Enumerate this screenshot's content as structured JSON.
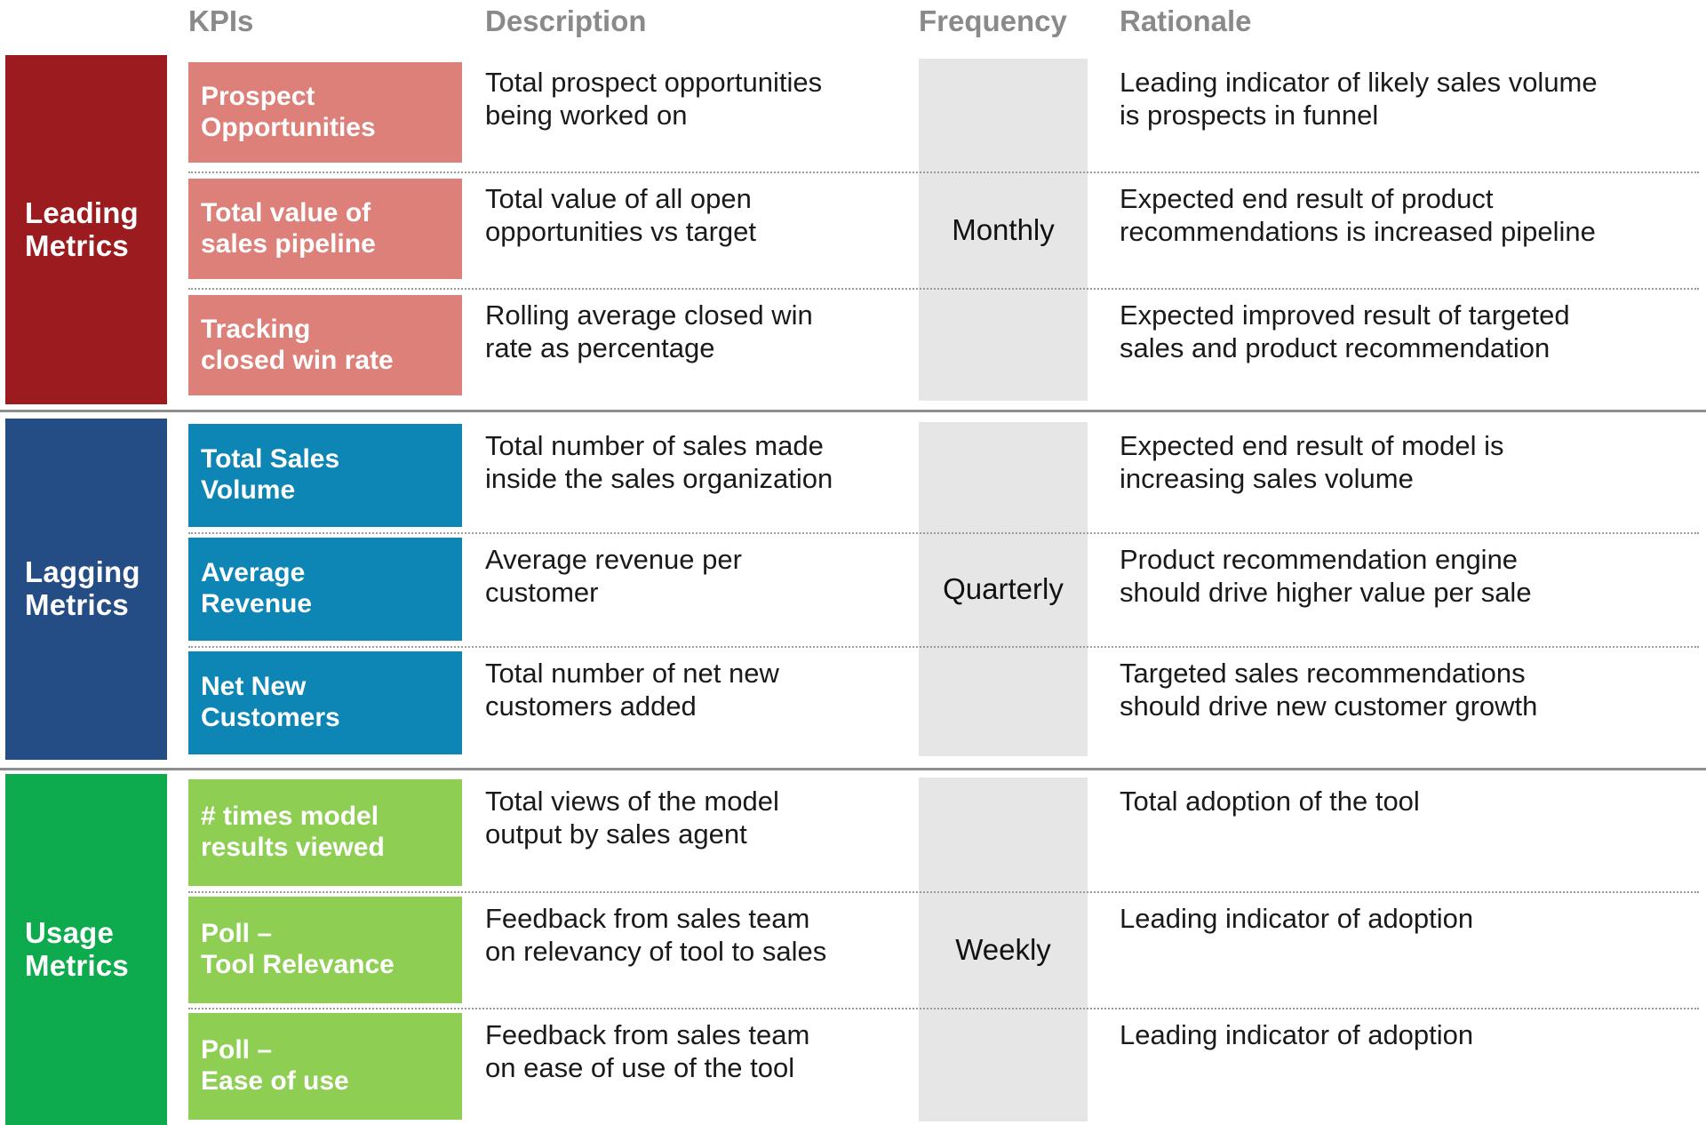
{
  "headers": {
    "kpis": "KPIs",
    "description": "Description",
    "frequency": "Frequency",
    "rationale": "Rationale"
  },
  "colors": {
    "leading_dark": "#9B1B1E",
    "leading_light": "#DC8079",
    "lagging_dark": "#254D85",
    "lagging_light": "#0E86B5",
    "usage_dark": "#0DAB4E",
    "usage_light": "#8DCE53",
    "frequency_bg": "#E6E6E6",
    "header_text": "#8A8A8A",
    "divider": "#8E8E8E"
  },
  "groups": [
    {
      "category_line1": "Leading",
      "category_line2": "Metrics",
      "frequency": "Monthly",
      "rows": [
        {
          "kpi_line1": "Prospect",
          "kpi_line2": "Opportunities",
          "desc_line1": "Total prospect opportunities",
          "desc_line2": "being worked on",
          "rat_line1": "Leading indicator of likely sales volume",
          "rat_line2": "is prospects in funnel"
        },
        {
          "kpi_line1": "Total value of",
          "kpi_line2": "sales pipeline",
          "desc_line1": "Total value of all open",
          "desc_line2": "opportunities vs target",
          "rat_line1": "Expected end result of product",
          "rat_line2": "recommendations is increased pipeline"
        },
        {
          "kpi_line1": "Tracking",
          "kpi_line2": "closed win rate",
          "desc_line1": "Rolling average closed win",
          "desc_line2": "rate as percentage",
          "rat_line1": "Expected improved result of targeted",
          "rat_line2": "sales and product recommendation"
        }
      ]
    },
    {
      "category_line1": "Lagging",
      "category_line2": "Metrics",
      "frequency": "Quarterly",
      "rows": [
        {
          "kpi_line1": "Total Sales",
          "kpi_line2": "Volume",
          "desc_line1": "Total number of sales made",
          "desc_line2": "inside the sales organization",
          "rat_line1": "Expected end result of model is",
          "rat_line2": "increasing sales volume"
        },
        {
          "kpi_line1": "Average",
          "kpi_line2": "Revenue",
          "desc_line1": "Average revenue per",
          "desc_line2": "customer",
          "rat_line1": "Product recommendation engine",
          "rat_line2": "should drive higher value per sale"
        },
        {
          "kpi_line1": "Net New",
          "kpi_line2": "Customers",
          "desc_line1": "Total number of net new",
          "desc_line2": "customers added",
          "rat_line1": "Targeted sales recommendations",
          "rat_line2": "should drive new customer growth"
        }
      ]
    },
    {
      "category_line1": "Usage",
      "category_line2": "Metrics",
      "frequency": "Weekly",
      "rows": [
        {
          "kpi_line1": "# times model",
          "kpi_line2": "results viewed",
          "desc_line1": "Total views of the model",
          "desc_line2": "output by sales agent",
          "rat_line1": "Total adoption of the tool",
          "rat_line2": ""
        },
        {
          "kpi_line1": "Poll –",
          "kpi_line2": "Tool Relevance",
          "desc_line1": "Feedback from sales team",
          "desc_line2": "on relevancy of tool to sales",
          "rat_line1": "Leading indicator of adoption",
          "rat_line2": ""
        },
        {
          "kpi_line1": "Poll –",
          "kpi_line2": "Ease of use",
          "desc_line1": "Feedback from sales team",
          "desc_line2": "on ease of use of the tool",
          "rat_line1": "Leading indicator of adoption",
          "rat_line2": ""
        }
      ]
    }
  ]
}
